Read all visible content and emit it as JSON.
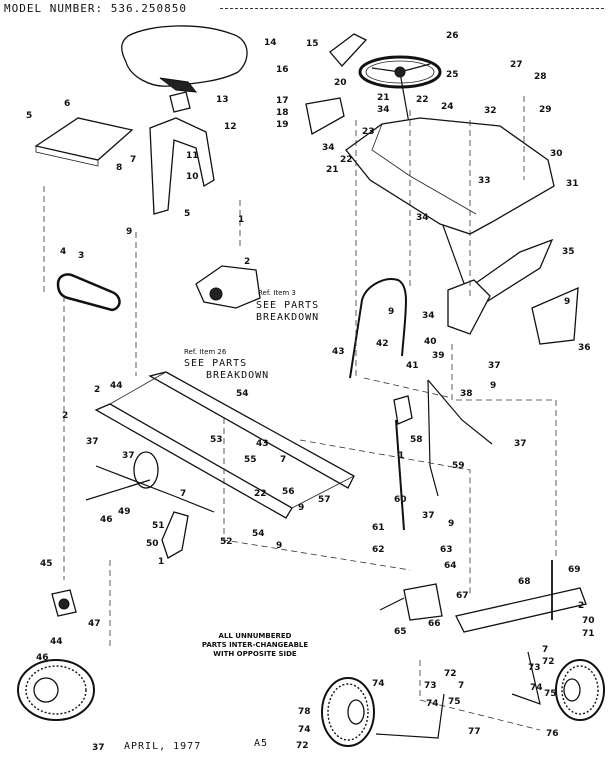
{
  "header": {
    "title": "MODEL NUMBER:",
    "model": "536.250850"
  },
  "references": [
    {
      "ref": "Ref. Item 3",
      "see": "SEE PARTS",
      "breakdown": "BREAKDOWN"
    },
    {
      "ref": "Ref. Item 26",
      "see": "SEE PARTS",
      "breakdown": "BREAKDOWN"
    }
  ],
  "note": {
    "lines": [
      "ALL UNNUMBERED",
      "PARTS INTER-CHANGEABLE",
      "WITH OPPOSITE SIDE"
    ]
  },
  "footer": {
    "page": "A5",
    "date": "APRIL, 1977"
  },
  "callouts": [
    {
      "t": "14"
    },
    {
      "t": "15"
    },
    {
      "t": "26"
    },
    {
      "t": "27"
    },
    {
      "t": "28"
    },
    {
      "t": "16"
    },
    {
      "t": "20"
    },
    {
      "t": "25"
    },
    {
      "t": "17"
    },
    {
      "t": "18"
    },
    {
      "t": "19"
    },
    {
      "t": "21"
    },
    {
      "t": "34"
    },
    {
      "t": "22"
    },
    {
      "t": "24"
    },
    {
      "t": "32"
    },
    {
      "t": "29"
    },
    {
      "t": "13"
    },
    {
      "t": "6"
    },
    {
      "t": "5"
    },
    {
      "t": "12"
    },
    {
      "t": "23"
    },
    {
      "t": "34"
    },
    {
      "t": "22"
    },
    {
      "t": "30"
    },
    {
      "t": "7"
    },
    {
      "t": "8"
    },
    {
      "t": "11"
    },
    {
      "t": "10"
    },
    {
      "t": "21"
    },
    {
      "t": "33"
    },
    {
      "t": "31"
    },
    {
      "t": "9"
    },
    {
      "t": "5"
    },
    {
      "t": "34"
    },
    {
      "t": "1"
    },
    {
      "t": "35"
    },
    {
      "t": "2"
    },
    {
      "t": "4"
    },
    {
      "t": "3"
    },
    {
      "t": "9"
    },
    {
      "t": "9"
    },
    {
      "t": "34"
    },
    {
      "t": "42"
    },
    {
      "t": "36"
    },
    {
      "t": "40"
    },
    {
      "t": "43"
    },
    {
      "t": "39"
    },
    {
      "t": "37"
    },
    {
      "t": "41"
    },
    {
      "t": "38"
    },
    {
      "t": "9"
    },
    {
      "t": "2"
    },
    {
      "t": "44"
    },
    {
      "t": "54"
    },
    {
      "t": "2"
    },
    {
      "t": "37"
    },
    {
      "t": "58"
    },
    {
      "t": "37"
    },
    {
      "t": "53"
    },
    {
      "t": "43"
    },
    {
      "t": "1"
    },
    {
      "t": "37"
    },
    {
      "t": "55"
    },
    {
      "t": "7"
    },
    {
      "t": "59"
    },
    {
      "t": "56"
    },
    {
      "t": "22"
    },
    {
      "t": "57"
    },
    {
      "t": "60"
    },
    {
      "t": "46"
    },
    {
      "t": "49"
    },
    {
      "t": "7"
    },
    {
      "t": "9"
    },
    {
      "t": "37"
    },
    {
      "t": "51"
    },
    {
      "t": "61"
    },
    {
      "t": "50"
    },
    {
      "t": "52"
    },
    {
      "t": "54"
    },
    {
      "t": "9"
    },
    {
      "t": "9"
    },
    {
      "t": "1"
    },
    {
      "t": "62"
    },
    {
      "t": "63"
    },
    {
      "t": "64"
    },
    {
      "t": "69"
    },
    {
      "t": "45"
    },
    {
      "t": "68"
    },
    {
      "t": "67"
    },
    {
      "t": "2"
    },
    {
      "t": "47"
    },
    {
      "t": "65"
    },
    {
      "t": "66"
    },
    {
      "t": "70"
    },
    {
      "t": "71"
    },
    {
      "t": "44"
    },
    {
      "t": "46"
    },
    {
      "t": "7"
    },
    {
      "t": "72"
    },
    {
      "t": "73"
    },
    {
      "t": "72"
    },
    {
      "t": "73"
    },
    {
      "t": "7"
    },
    {
      "t": "74"
    },
    {
      "t": "74"
    },
    {
      "t": "75"
    },
    {
      "t": "75"
    },
    {
      "t": "74"
    },
    {
      "t": "78"
    },
    {
      "t": "74"
    },
    {
      "t": "77"
    },
    {
      "t": "76"
    },
    {
      "t": "72"
    },
    {
      "t": "37"
    }
  ]
}
